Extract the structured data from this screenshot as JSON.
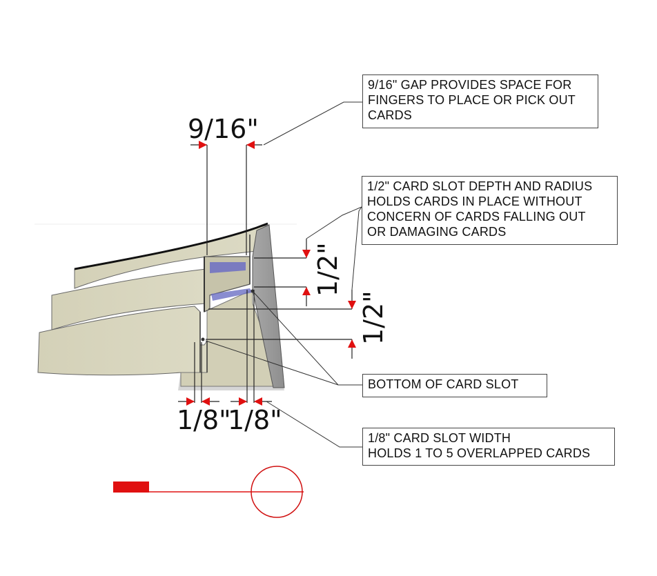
{
  "dimensions": {
    "gap": "9/16\"",
    "slot_depth_upper": "1/2\"",
    "slot_depth_lower": "1/2\"",
    "slot_width_left": "1/8\"",
    "slot_width_right": "1/8\""
  },
  "callouts": {
    "gap_note": "9/16\" GAP PROVIDES SPACE FOR\nFINGERS TO PLACE OR PICK OUT\nCARDS",
    "depth_note": "1/2\" CARD SLOT DEPTH AND RADIUS\nHOLDS CARDS IN PLACE WITHOUT\nCONCERN OF CARDS FALLING OUT\nOR DAMAGING CARDS",
    "bottom_note": "BOTTOM OF CARD SLOT",
    "width_note": "1/8\" CARD SLOT WIDTH\nHOLDS 1 TO 5 OVERLAPPED CARDS"
  },
  "colors": {
    "profile_fill": "#d9d6be",
    "profile_shade": "#bdb9a1",
    "edge_grey": "#9a9a9a",
    "slot_blue": "#6c6fc4",
    "arrow_red": "#e01010",
    "line": "#222222"
  }
}
